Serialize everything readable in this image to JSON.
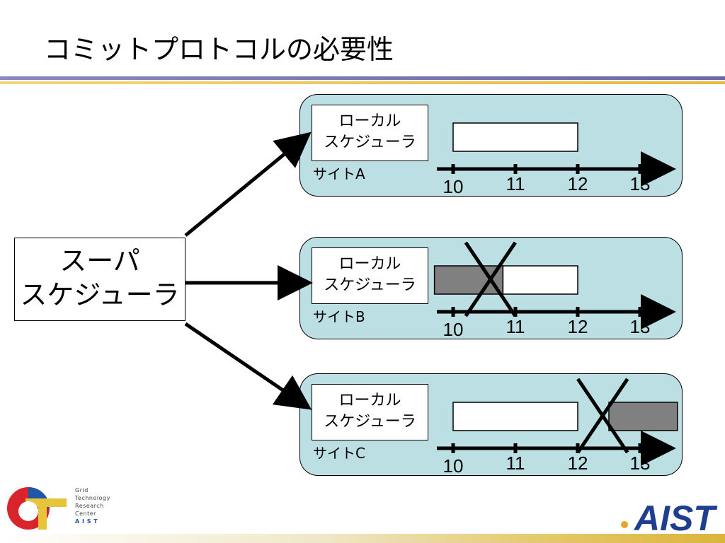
{
  "title": "コミットプロトコルの必要性",
  "super_scheduler": {
    "line1": "スーパ",
    "line2": "スケジューラ"
  },
  "sites": [
    {
      "label": "サイトA",
      "local_line1": "ローカル",
      "local_line2": "スケジューラ",
      "ticks": [
        "10",
        "11",
        "12",
        "13"
      ],
      "reservations": [
        {
          "start": 10,
          "end": 12,
          "kind": "new"
        }
      ],
      "cross": null
    },
    {
      "label": "サイトB",
      "local_line1": "ローカル",
      "local_line2": "スケジューラ",
      "ticks": [
        "10",
        "11",
        "12",
        "13"
      ],
      "reservations": [
        {
          "start": 9.7,
          "end": 10.8,
          "kind": "existing"
        },
        {
          "start": 10.8,
          "end": 12,
          "kind": "new"
        }
      ],
      "cross": {
        "at": 10.6
      }
    },
    {
      "label": "サイトC",
      "local_line1": "ローカル",
      "local_line2": "スケジューラ",
      "ticks": [
        "10",
        "11",
        "12",
        "13"
      ],
      "reservations": [
        {
          "start": 10,
          "end": 12,
          "kind": "new"
        },
        {
          "start": 12.5,
          "end": 13.6,
          "kind": "existing"
        }
      ],
      "cross": {
        "at": 12.4
      }
    }
  ],
  "logo": {
    "org_lines": [
      "Grid",
      "Technology",
      "Research",
      "Center",
      "A I S T"
    ],
    "brand": "AIST"
  },
  "colors": {
    "site_bg": "#bcdfe3",
    "existing_job": "#808080",
    "new_job": "#ffffff",
    "rule_purple": "#7a77b5",
    "rule_gold": "#e8b93a"
  }
}
